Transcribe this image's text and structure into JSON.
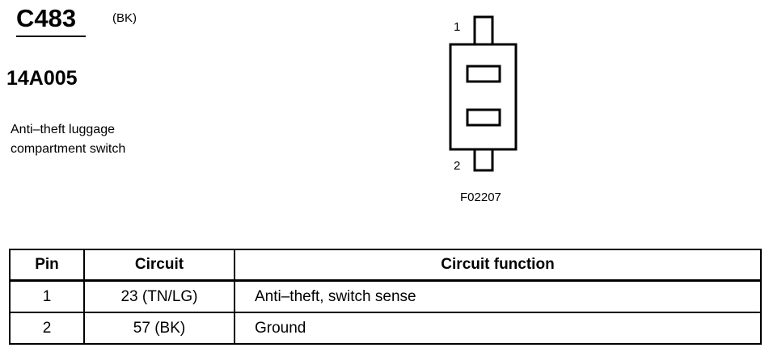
{
  "connector": {
    "id": "C483",
    "color": "(BK)",
    "part_number": "14A005",
    "description_lines": [
      "Anti–theft luggage",
      "compartment switch"
    ]
  },
  "diagram": {
    "pin_top_label": "1",
    "pin_bottom_label": "2",
    "figure_code": "F02207"
  },
  "table": {
    "headers": [
      "Pin",
      "Circuit",
      "Circuit function"
    ],
    "rows": [
      {
        "pin": "1",
        "circuit": "23 (TN/LG)",
        "function": "Anti–theft, switch sense"
      },
      {
        "pin": "2",
        "circuit": "57 (BK)",
        "function": "Ground"
      }
    ]
  }
}
